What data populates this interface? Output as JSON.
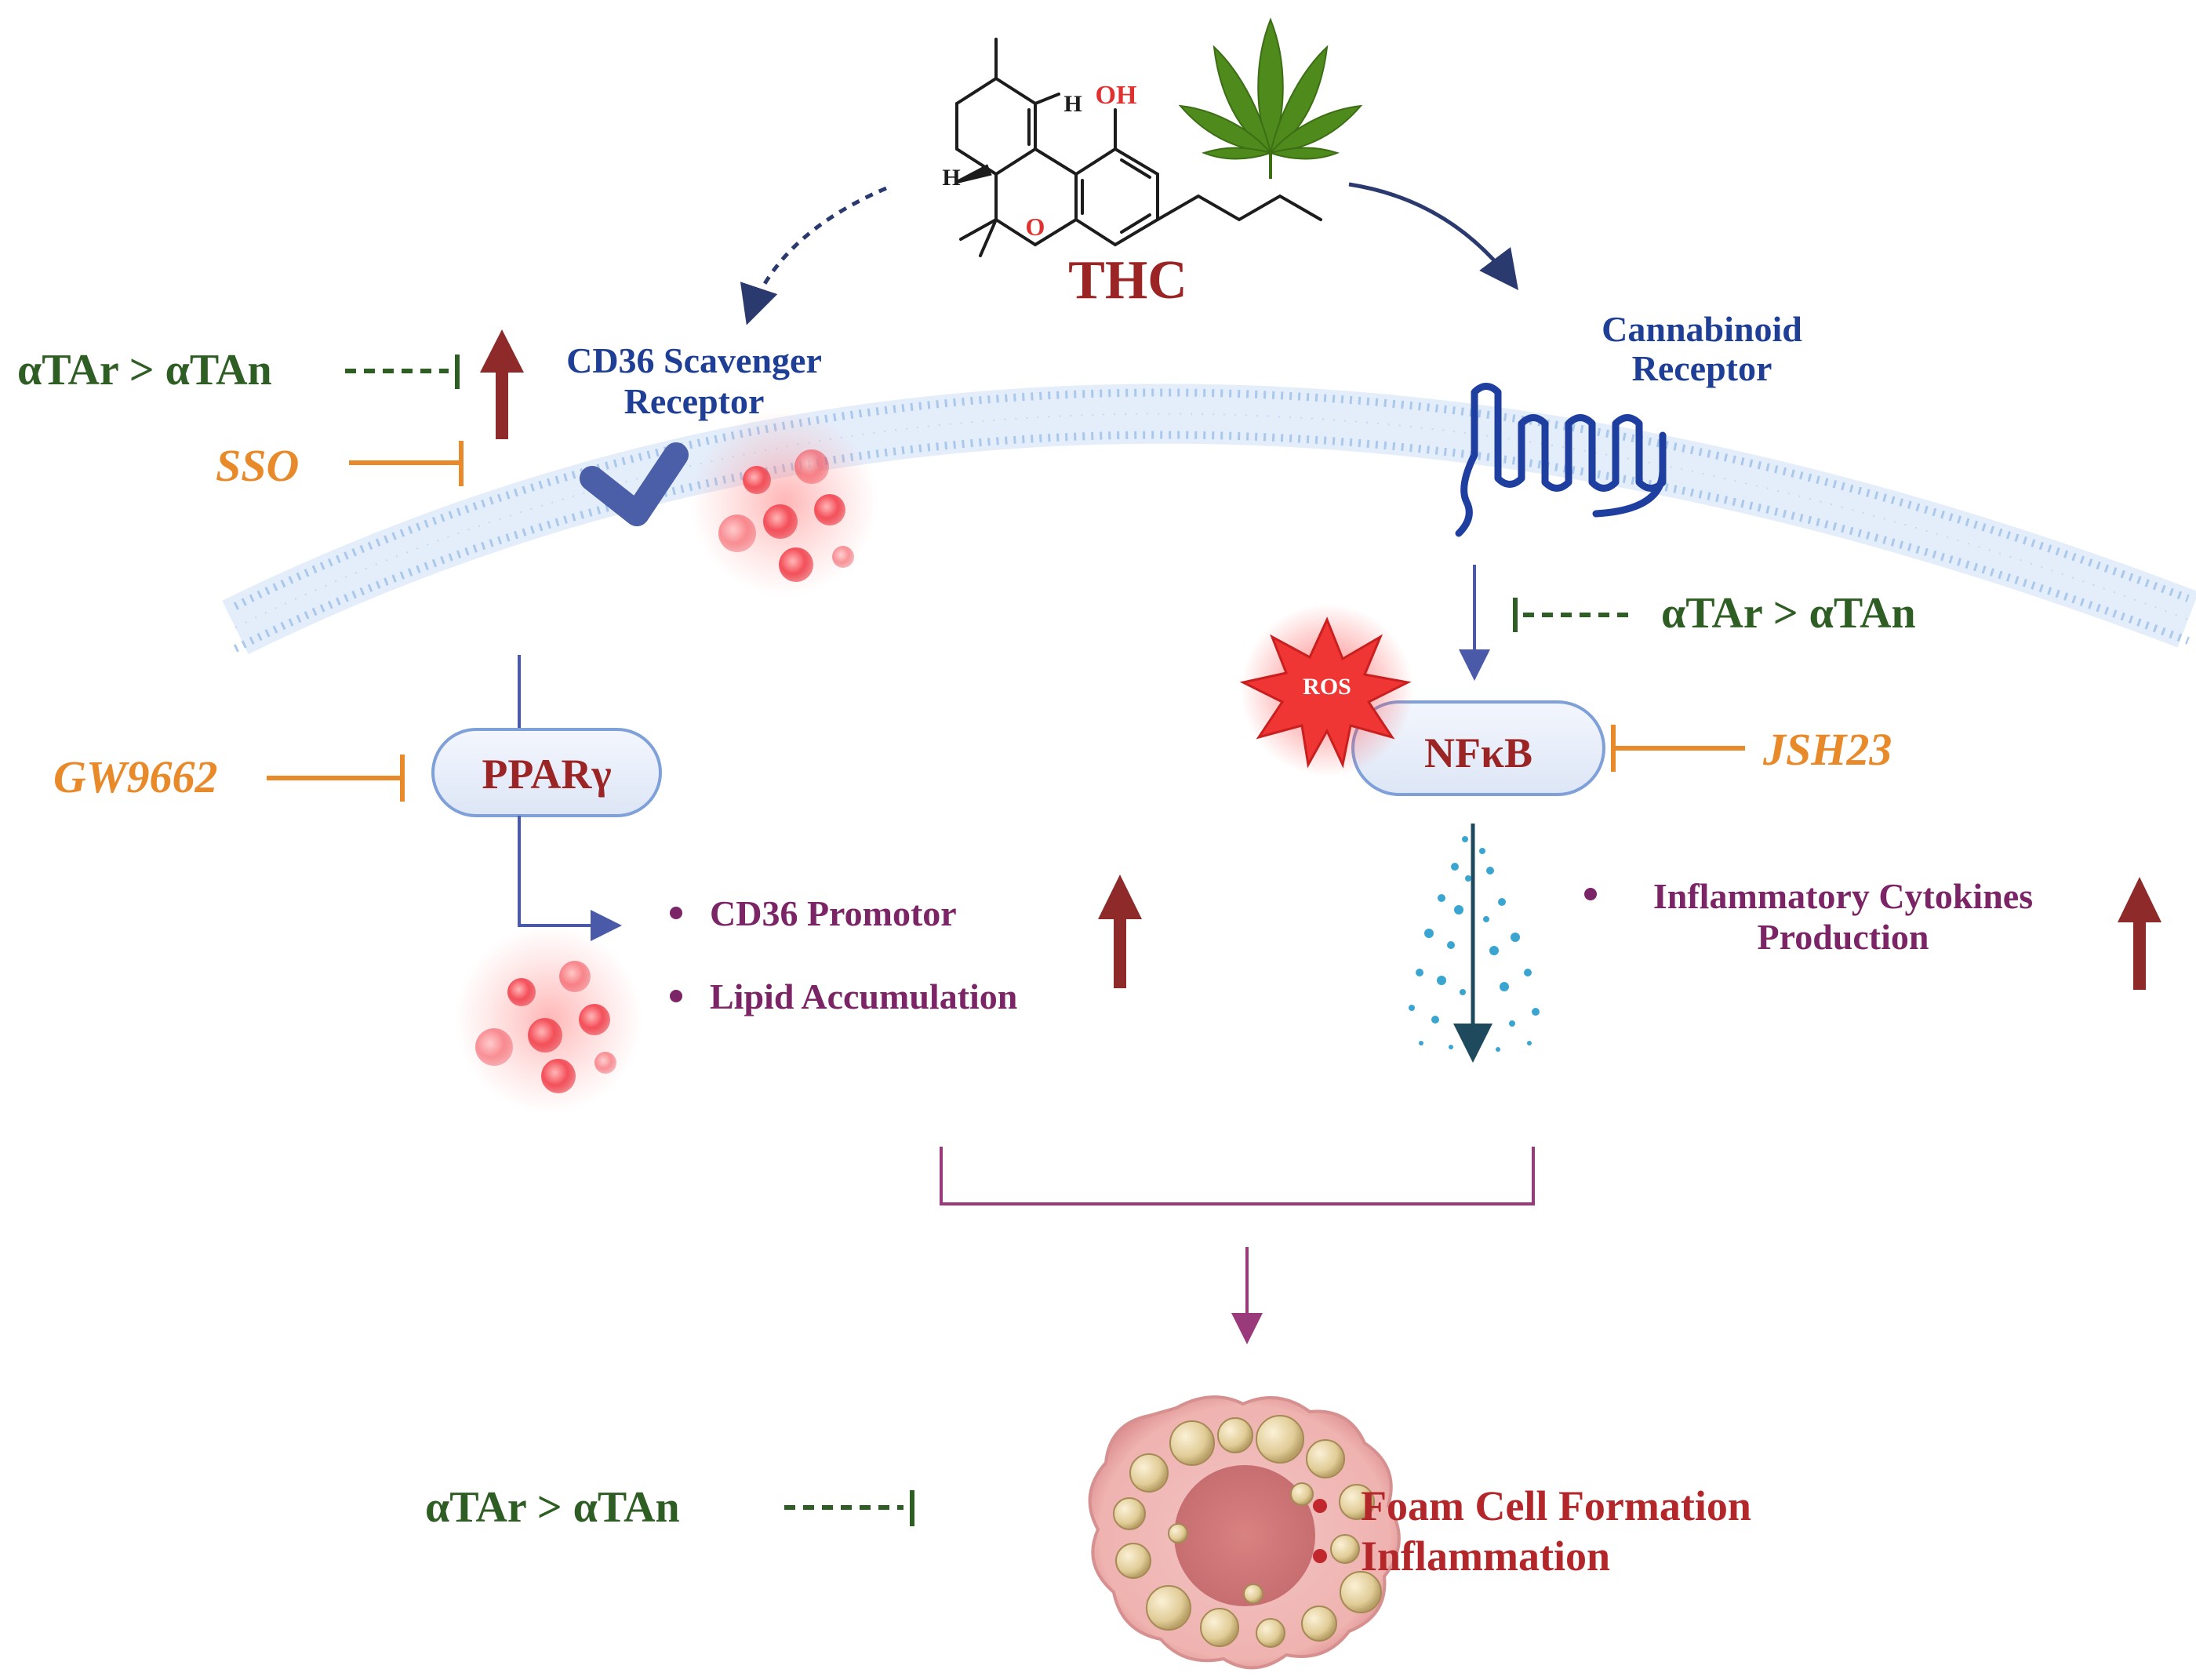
{
  "thc": {
    "label": "THC",
    "oh": "OH",
    "h1": "H",
    "h2": "H",
    "o": "O"
  },
  "receptors": {
    "cd36": {
      "line1": "CD36 Scavenger",
      "line2": "Receptor"
    },
    "cannabinoid": {
      "line1": "Cannabinoid",
      "line2": "Receptor"
    }
  },
  "inhibitors": {
    "atar_top_left": "αTAr > αTAn",
    "sso": "SSO",
    "atar_right": "αTAr > αTAn",
    "gw9662": "GW9662",
    "jsh23": "JSH23",
    "atar_bottom": "αTAr > αTAn"
  },
  "nodes": {
    "ppar": "PPARγ",
    "nfkb": "NFκB",
    "ros": "ROS"
  },
  "effects_left": [
    "CD36 Promotor",
    "Lipid Accumulation"
  ],
  "effects_right": {
    "line1": "Inflammatory Cytokines",
    "line2": "Production"
  },
  "outcomes": [
    "Foam Cell Formation",
    "Inflammation"
  ],
  "colors": {
    "green": "#2f5e24",
    "orange": "#e8892a",
    "blue": "#1f3f96",
    "red": "#9b2525",
    "purple": "#7b2466",
    "dark_red_arrow": "#8e2a2a"
  }
}
